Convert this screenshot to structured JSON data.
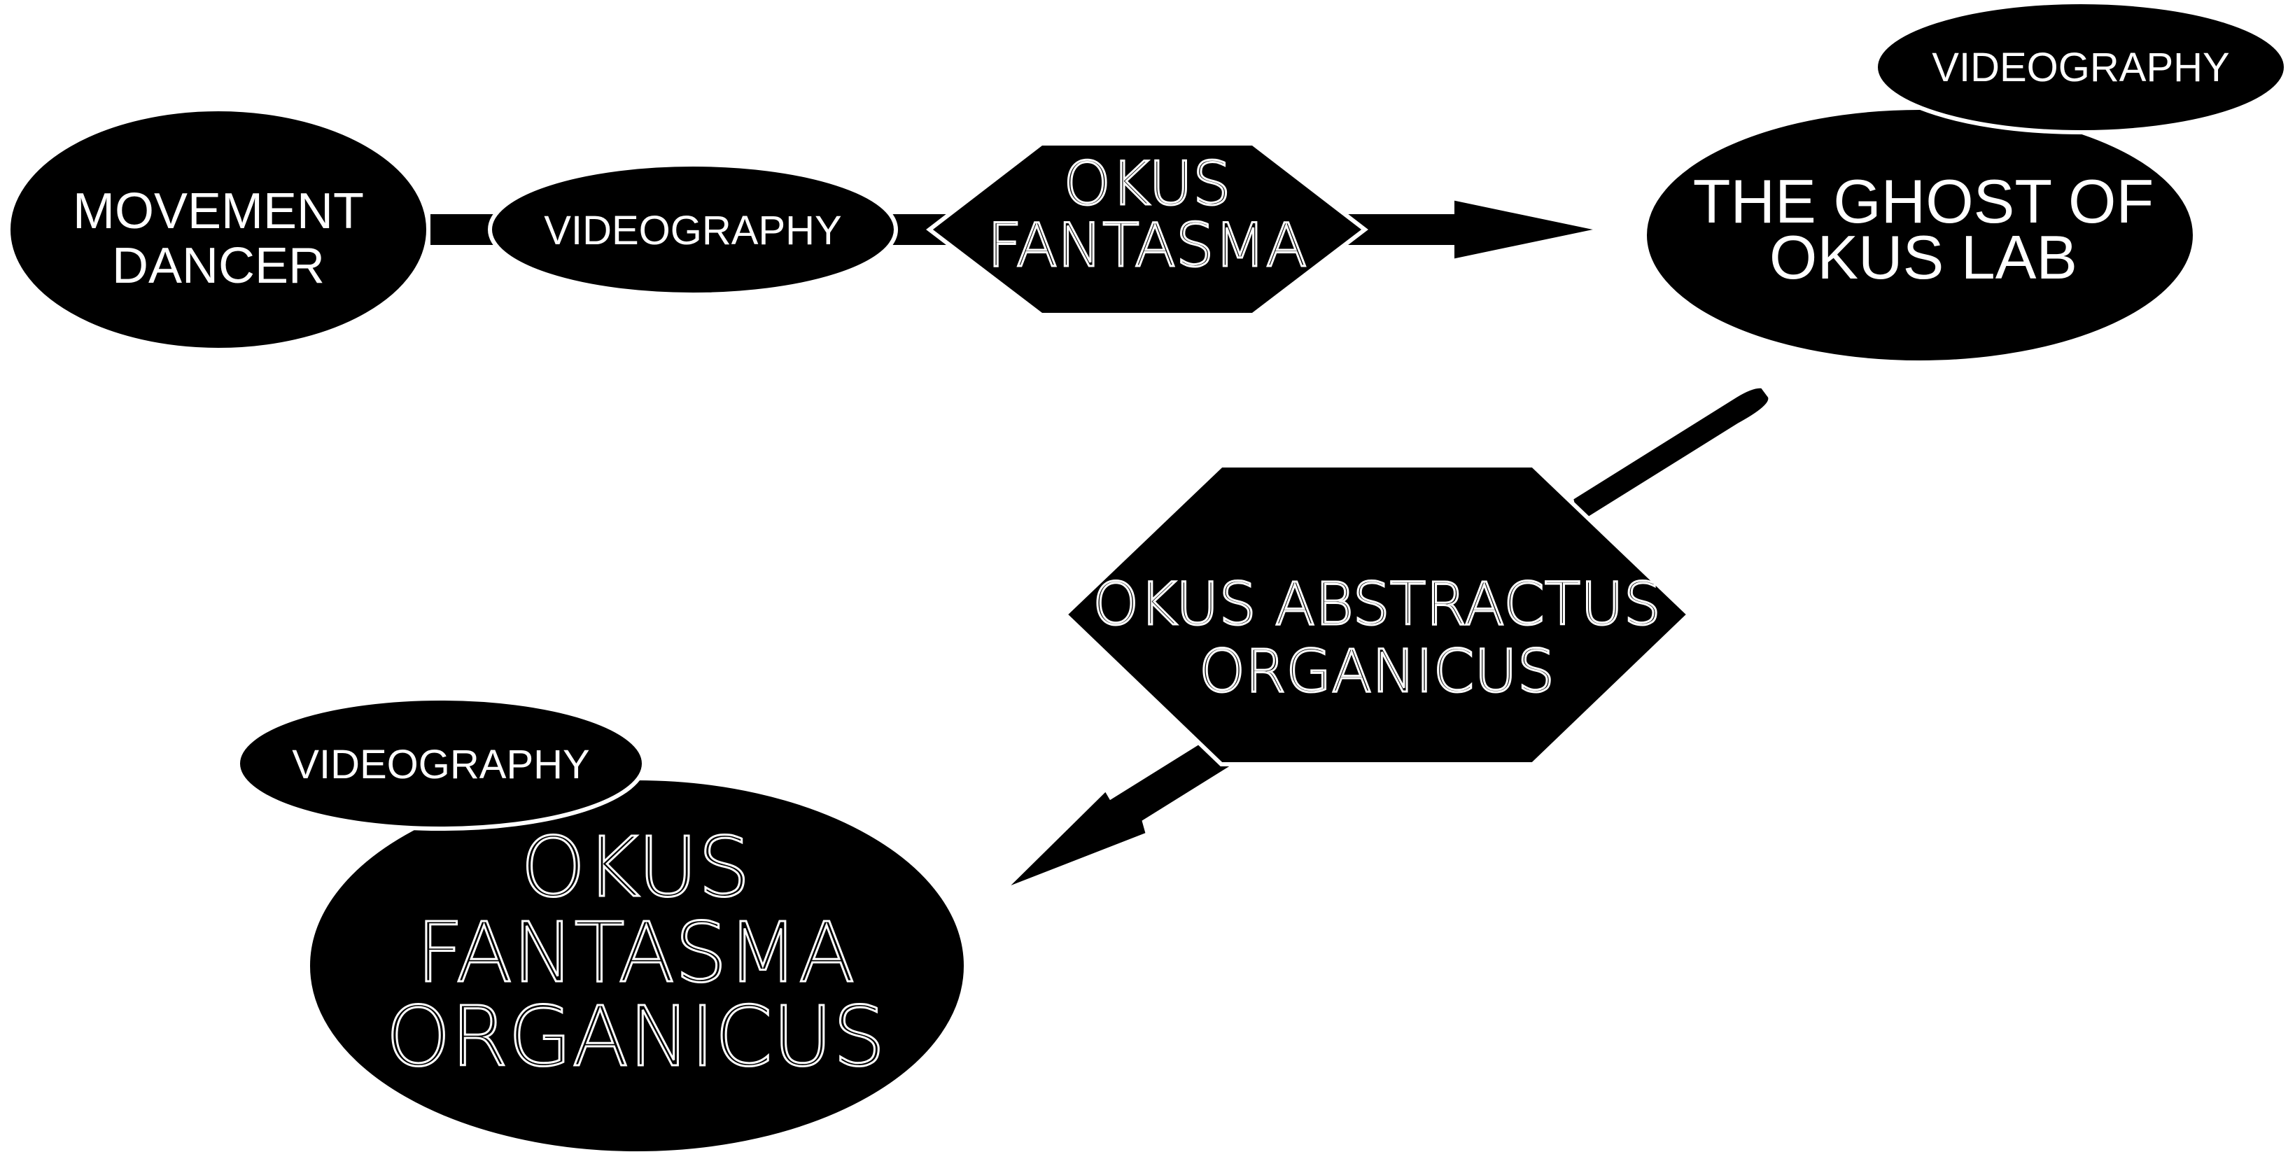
{
  "colors": {
    "shape_fill": "#000000",
    "text": "#ffffff",
    "background": "#ffffff"
  },
  "nodes": {
    "movement_dancer": {
      "line1": "MOVEMENT",
      "line2": "DANCER"
    },
    "videography_1": {
      "label": "VIDEOGRAPHY"
    },
    "okus_fantasma": {
      "line1": "OKUS",
      "line2": "FANTASMA"
    },
    "ghost_lab": {
      "line1": "THE GHOST OF",
      "line2": "OKUS LAB"
    },
    "videography_2": {
      "label": "VIDEOGRAPHY"
    },
    "abstractus": {
      "line1": "OKUS ABSTRACTUS",
      "line2": "ORGANICUS"
    },
    "videography_3": {
      "label": "VIDEOGRAPHY"
    },
    "fantasma_organicus": {
      "line1": "OKUS",
      "line2": "FANTASMA",
      "line3": "ORGANICUS"
    }
  }
}
